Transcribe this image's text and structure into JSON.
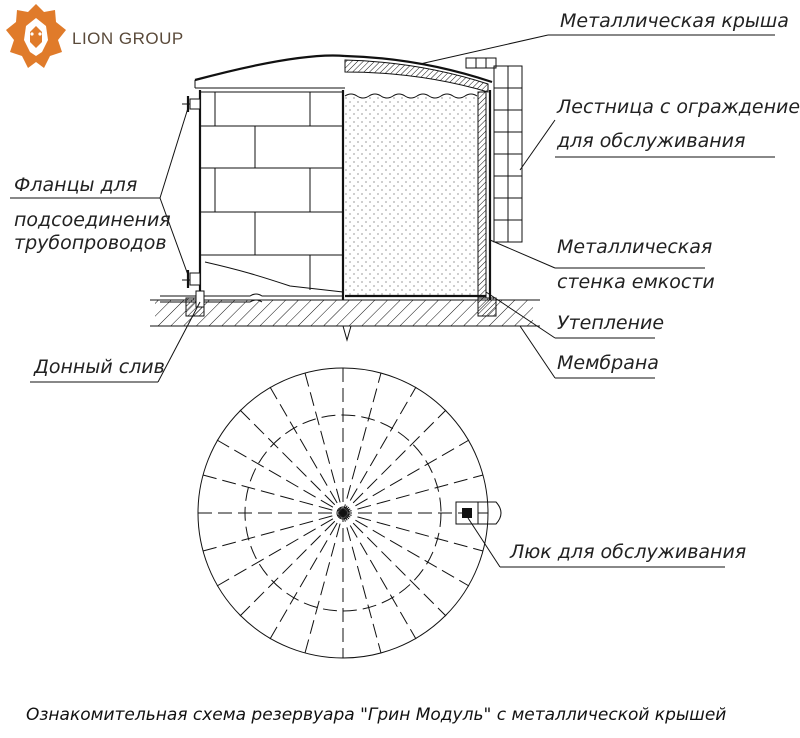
{
  "brand": {
    "name": "LION GROUP",
    "logo_icon": "lion-head-icon",
    "logo_color": "#e07b2a"
  },
  "callouts": {
    "roof": "Металлическая крыша",
    "ladder_line1": "Лестница с ограждением",
    "ladder_line2": "для обслуживания",
    "flanges_line1": "Фланцы для",
    "flanges_line2": "подсоединения",
    "flanges_line3": "трубопроводов",
    "wall_line1": "Металлическая",
    "wall_line2": "стенка емкости",
    "insulation": "Утепление",
    "membrane": "Мембрана",
    "drain": "Донный слив",
    "hatch": "Люк для обслуживания"
  },
  "caption": "Ознакомительная схема резервуара \"Грин Модуль\" с металлической крышей"
}
